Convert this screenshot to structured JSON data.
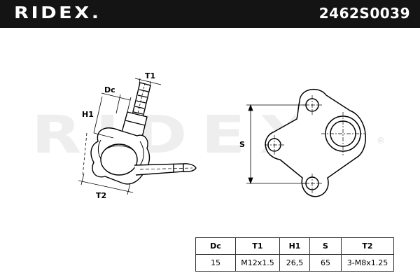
{
  "header": {
    "brand": "RIDEX.",
    "part_number": "2462S0039"
  },
  "watermark": {
    "text": "RIDEX",
    "registered_mark": "®"
  },
  "side_view_labels": {
    "dc": "Dc",
    "t1": "T1",
    "h1": "H1",
    "t2": "T2"
  },
  "top_view_labels": {
    "s": "S"
  },
  "specs_table": {
    "headers": [
      "Dc",
      "T1",
      "H1",
      "S",
      "T2"
    ],
    "values": [
      "15",
      "M12x1.5",
      "26,5",
      "65",
      "3-M8x1.25"
    ]
  },
  "colors": {
    "header_background": "#141414",
    "header_text": "#ffffff",
    "line": "#000000",
    "watermark": "#eeeeee"
  }
}
